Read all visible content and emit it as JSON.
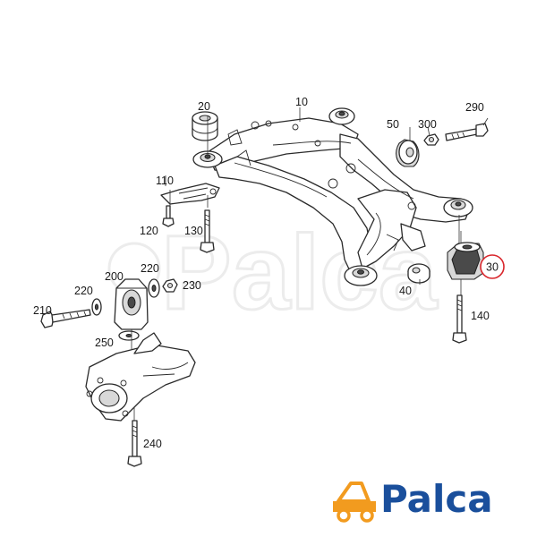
{
  "colors": {
    "line": "#2a2a2a",
    "highlight_circle": "#d9262c",
    "logo_orange": "#f29b1f",
    "logo_blue": "#1a4f9c",
    "watermark": "#ececec"
  },
  "watermark": {
    "text": "Palca"
  },
  "logo": {
    "text": "Palca",
    "icon": "car-icon"
  },
  "callouts": {
    "c10": "10",
    "c20": "20",
    "c30": "30",
    "c40": "40",
    "c50": "50",
    "c110": "110",
    "c120": "120",
    "c130": "130",
    "c140": "140",
    "c200": "200",
    "c210": "210",
    "c220a": "220",
    "c220b": "220",
    "c230": "230",
    "c240": "240",
    "c250": "250",
    "c290": "290",
    "c300": "300"
  },
  "highlighted_callout": "30"
}
